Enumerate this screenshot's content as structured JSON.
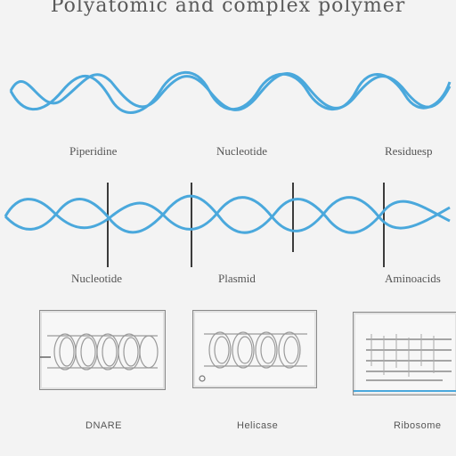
{
  "title": "Polyatomic and complex polymer",
  "colors": {
    "wave": "#4aa8dc",
    "bar": "#3b3b3b",
    "panel_border": "#8a8a8a"
  },
  "row1": {
    "labels": [
      "Piperidine",
      "Nucleotide",
      "Residuesp"
    ]
  },
  "row2": {
    "labels": [
      "Nucleotide",
      "Plasmid",
      "Aminoacids"
    ]
  },
  "panels": {
    "captions": [
      "DNARE",
      "Helicase",
      "Ribosome"
    ]
  }
}
